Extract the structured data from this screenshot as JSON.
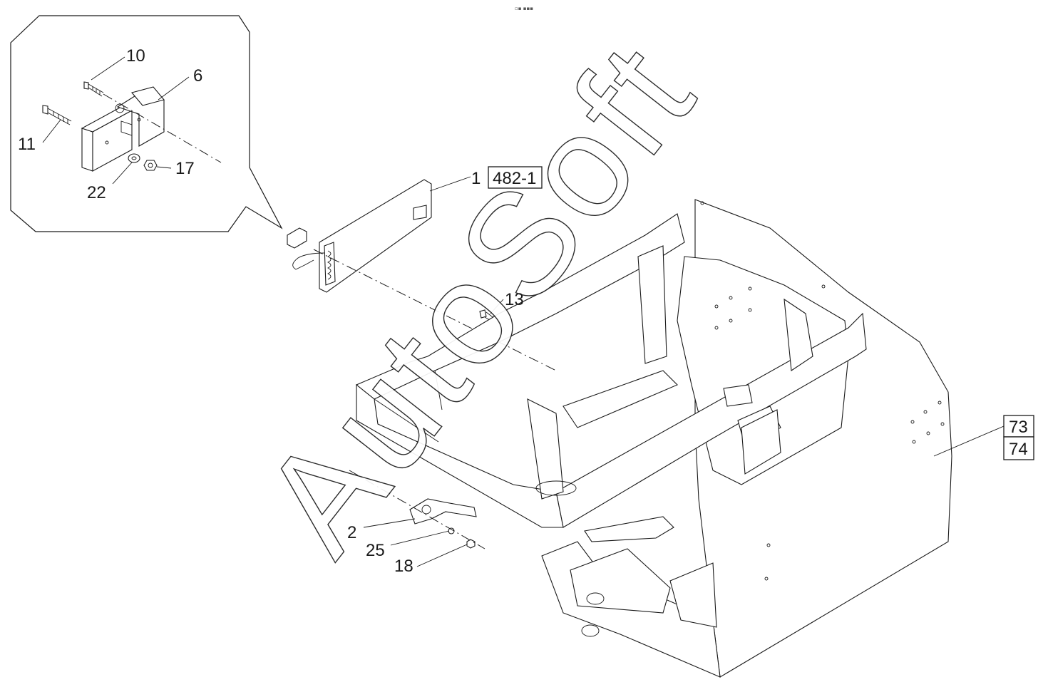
{
  "watermark": "AutoSoft",
  "header_mark": "▫▪ ▪▪▪",
  "callouts": [
    {
      "id": "c10",
      "label": "10"
    },
    {
      "id": "c6",
      "label": "6"
    },
    {
      "id": "c11",
      "label": "11"
    },
    {
      "id": "c17",
      "label": "17"
    },
    {
      "id": "c22",
      "label": "22"
    },
    {
      "id": "c1",
      "label": "1"
    },
    {
      "id": "c13",
      "label": "13"
    },
    {
      "id": "c2",
      "label": "2"
    },
    {
      "id": "c25",
      "label": "25"
    },
    {
      "id": "c18",
      "label": "18"
    }
  ],
  "reference_boxes": [
    {
      "id": "ref-482",
      "label": "482-1"
    },
    {
      "id": "ref-73",
      "label": "73"
    },
    {
      "id": "ref-74",
      "label": "74"
    }
  ]
}
